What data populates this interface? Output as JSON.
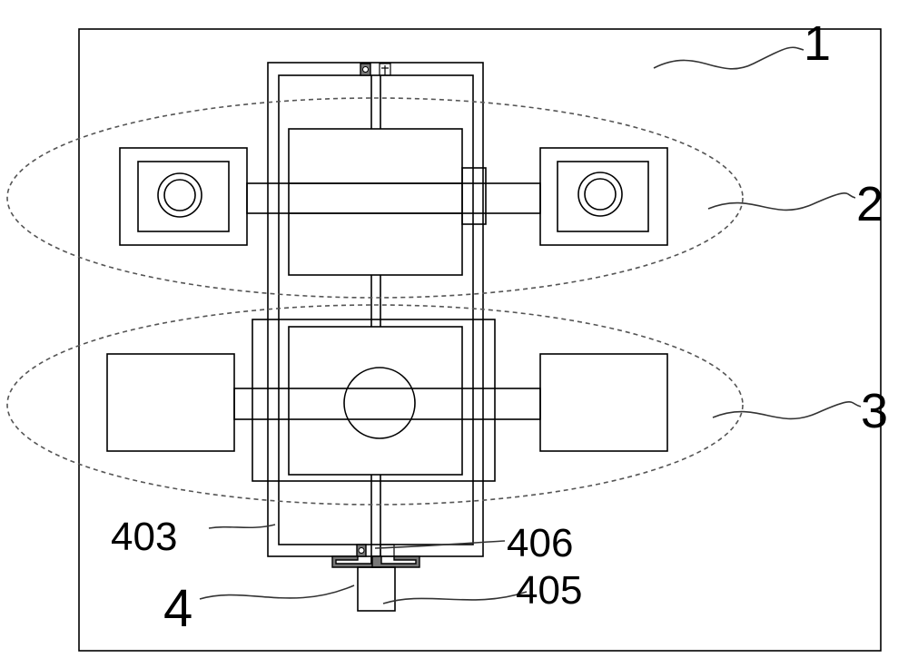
{
  "labels": {
    "base": "1",
    "upper_assembly": "2",
    "lower_assembly": "3",
    "drive": "4",
    "frame": "403",
    "bearing": "406",
    "motor": "405"
  }
}
